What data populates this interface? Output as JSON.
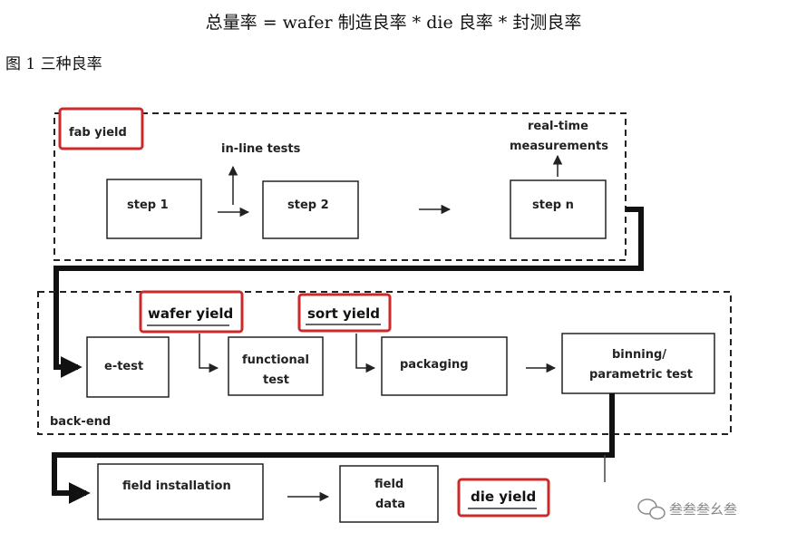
{
  "formula": "总量率 = wafer 制造良率 * die 良率 * 封测良率",
  "caption": "图 1 三种良率",
  "diagram": {
    "fab_section": {
      "yield_label": "fab yield",
      "steps": [
        "step 1",
        "step 2",
        "step n"
      ],
      "annotation_step2": "in-line tests",
      "annotation_stepn_line1": "real-time",
      "annotation_stepn_line2": "measurements"
    },
    "backend_section": {
      "section_label": "back-end",
      "wafer_yield_label": "wafer yield",
      "sort_yield_label": "sort yield",
      "etest": "e-test",
      "functional_line1": "functional",
      "functional_line2": "test",
      "packaging": "packaging",
      "binning_line1": "binning/",
      "binning_line2": "parametric test"
    },
    "field_section": {
      "field_installation": "field installation",
      "field_data_line1": "field",
      "field_data_line2": "data",
      "die_yield_label": "die yield"
    },
    "colors": {
      "highlight": "#cc2a2a",
      "stroke": "#222222",
      "watermark": "#8a8a8a"
    }
  },
  "watermark": {
    "text": "叁叁叁幺叁",
    "icon": "wechat-icon"
  }
}
